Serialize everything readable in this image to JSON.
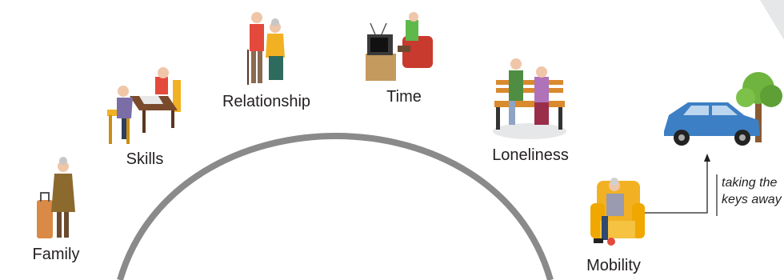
{
  "topics": {
    "family": "Family",
    "skills": "Skills",
    "relationship": "Relationship",
    "time": "Time",
    "loneliness": "Loneliness",
    "mobility": "Mobility"
  },
  "annotation": {
    "line1": "taking the",
    "line2": "keys away"
  },
  "colors": {
    "arc": "#8a8a8a",
    "car": "#3d7fc4",
    "chair": "#f2b123",
    "text": "#231f20"
  }
}
